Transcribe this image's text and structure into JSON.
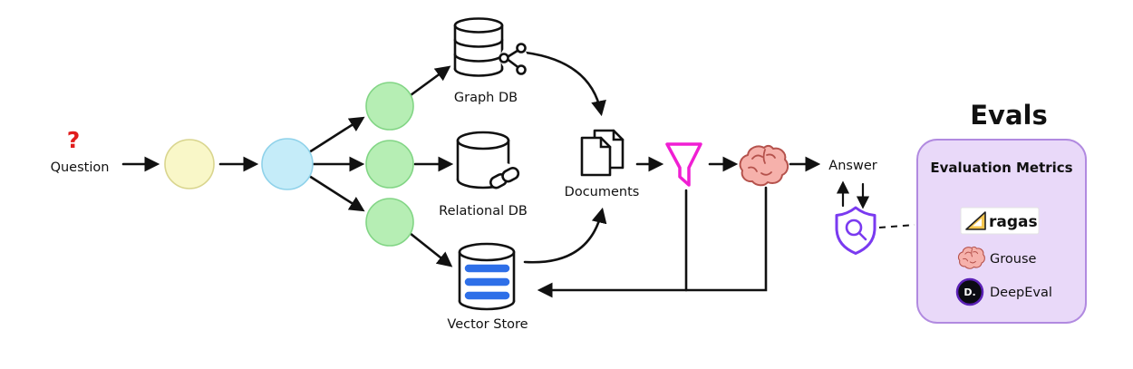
{
  "labels": {
    "question_mark": "?",
    "question": "Question",
    "graph_db": "Graph DB",
    "relational_db": "Relational DB",
    "vector_store": "Vector Store",
    "documents": "Documents",
    "answer": "Answer"
  },
  "evals": {
    "title": "Evals",
    "heading": "Evaluation Metrics",
    "items": [
      {
        "name": "ragas"
      },
      {
        "name": "Grouse"
      },
      {
        "name": "DeepEval"
      }
    ],
    "deepeval_badge": "D."
  },
  "colors": {
    "question_mark": "#e11d1d",
    "node_yellow": "#f9f7c8",
    "node_blue": "#c5ecf9",
    "node_green": "#b6eeb4",
    "funnel_magenta": "#f01fd3",
    "brain_fill": "#f6b1ab",
    "brain_stroke": "#b5524c",
    "shield_purple": "#7a3af0",
    "vector_stripe_blue": "#2e6fe8",
    "evals_panel_bg": "#e9d9f9",
    "evals_panel_border": "#b18ae0",
    "ragas_triangle": "#f6c64f",
    "deepeval_bg": "#0b0b12",
    "arrow_black": "#111111"
  }
}
